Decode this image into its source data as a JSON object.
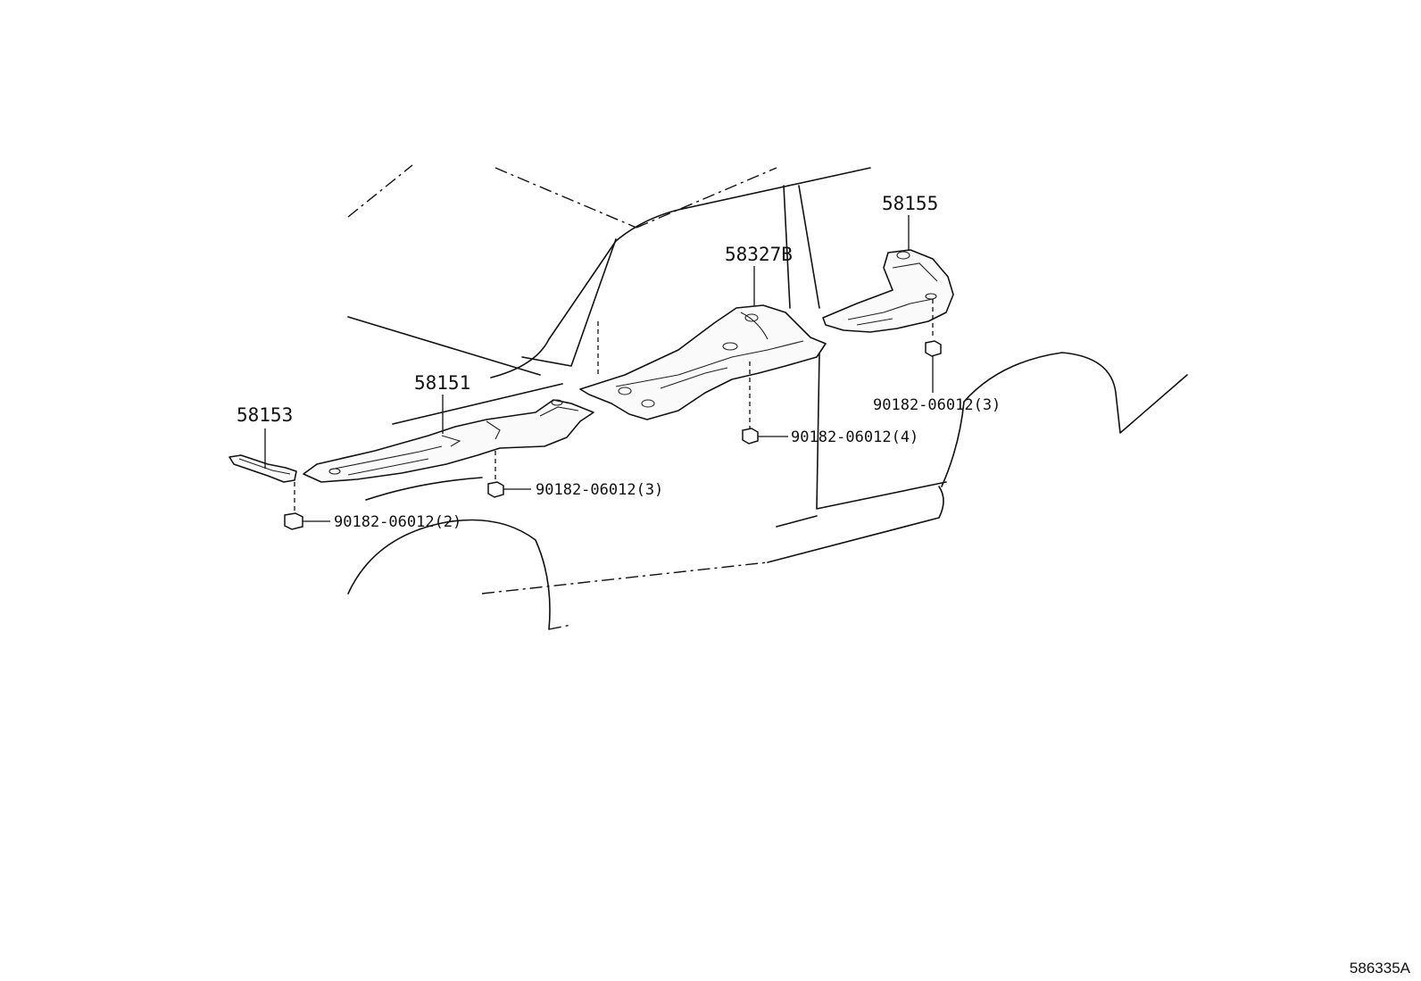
{
  "diagram": {
    "reference_code": "586335A",
    "parts": {
      "p58153": "58153",
      "p58151": "58151",
      "p58327B": "58327B",
      "p58155": "58155"
    },
    "fasteners": {
      "f1": "90182-06012(2)",
      "f2": "90182-06012(3)",
      "f3": "90182-06012(4)",
      "f4": "90182-06012(3)"
    }
  }
}
